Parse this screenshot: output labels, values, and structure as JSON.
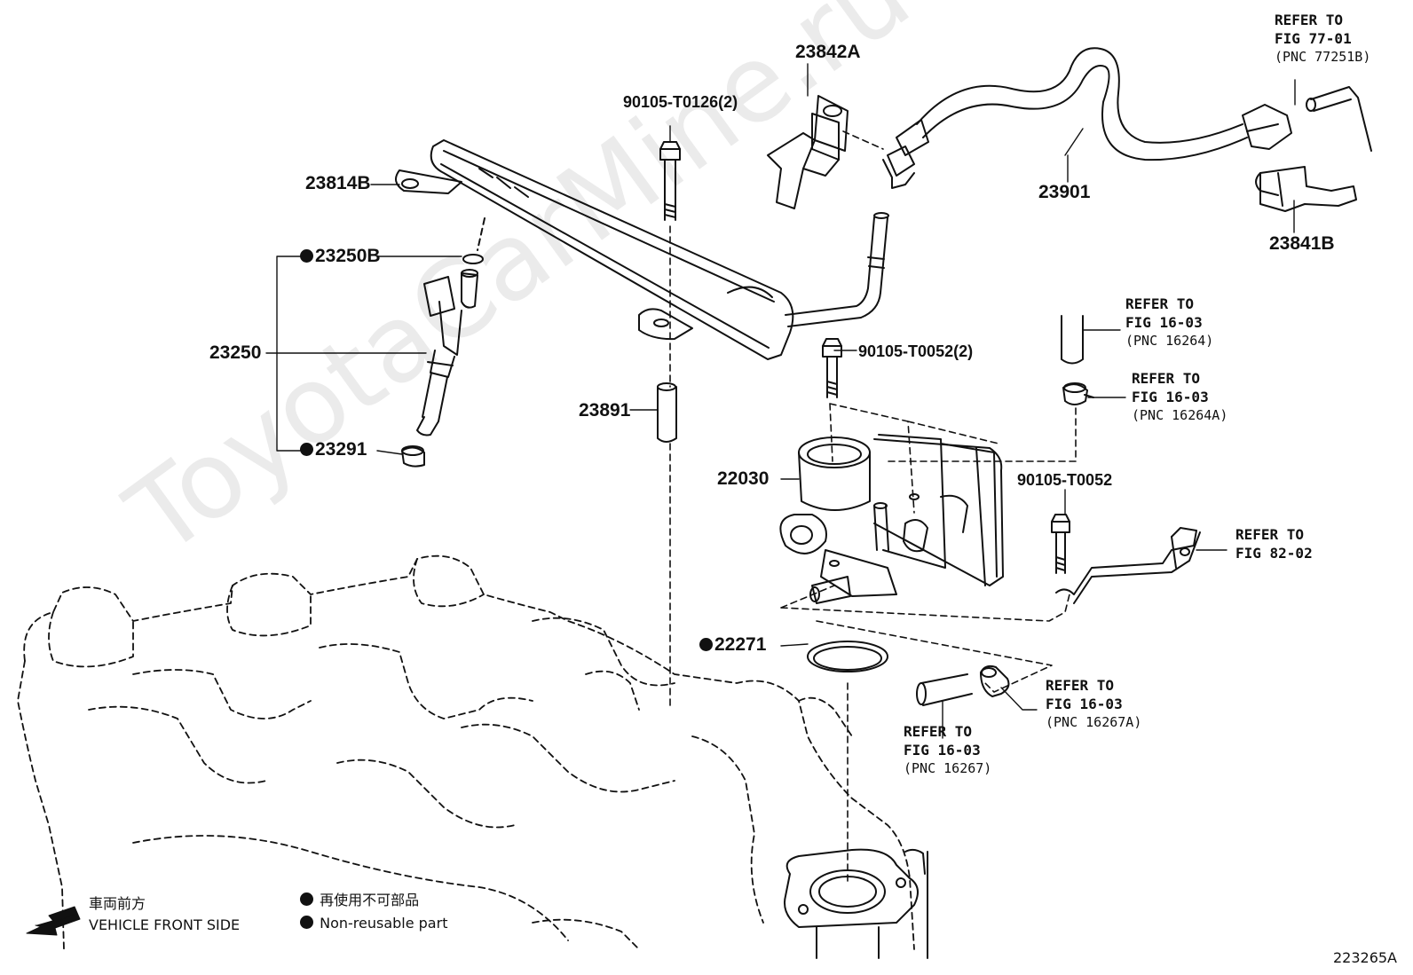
{
  "watermark": "ToyotaCarMine.ru",
  "drawing_code": "223265A",
  "parts": {
    "p23842A": "23842A",
    "p23814B": "23814B",
    "p23250B": "23250B",
    "p23250": "23250",
    "p23291": "23291",
    "p23891": "23891",
    "p22030": "22030",
    "p22271": "22271",
    "p23901": "23901",
    "p23841B": "23841B",
    "bolt1": "90105-T0126(2)",
    "bolt2": "90105-T0052(2)",
    "bolt3": "90105-T0052"
  },
  "refs": {
    "r1": {
      "line1": "REFER TO",
      "line2": "FIG 77-01",
      "pnc": "(PNC 77251B)"
    },
    "r2": {
      "line1": "REFER TO",
      "line2": "FIG 16-03",
      "pnc": "(PNC 16264)"
    },
    "r3": {
      "line1": "REFER TO",
      "line2": "FIG 16-03",
      "pnc": "(PNC 16264A)"
    },
    "r4": {
      "line1": "REFER TO",
      "line2": "FIG 82-02",
      "pnc": ""
    },
    "r5": {
      "line1": "REFER TO",
      "line2": "FIG 16-03",
      "pnc": "(PNC 16267A)"
    },
    "r6": {
      "line1": "REFER TO",
      "line2": "FIG 16-03",
      "pnc": "(PNC 16267)"
    }
  },
  "legend": {
    "front_jp": "車両前方",
    "front_en": "VEHICLE FRONT SIDE",
    "nonreuse_jp": "再使用不可部品",
    "nonreuse_en": "Non-reusable part"
  }
}
